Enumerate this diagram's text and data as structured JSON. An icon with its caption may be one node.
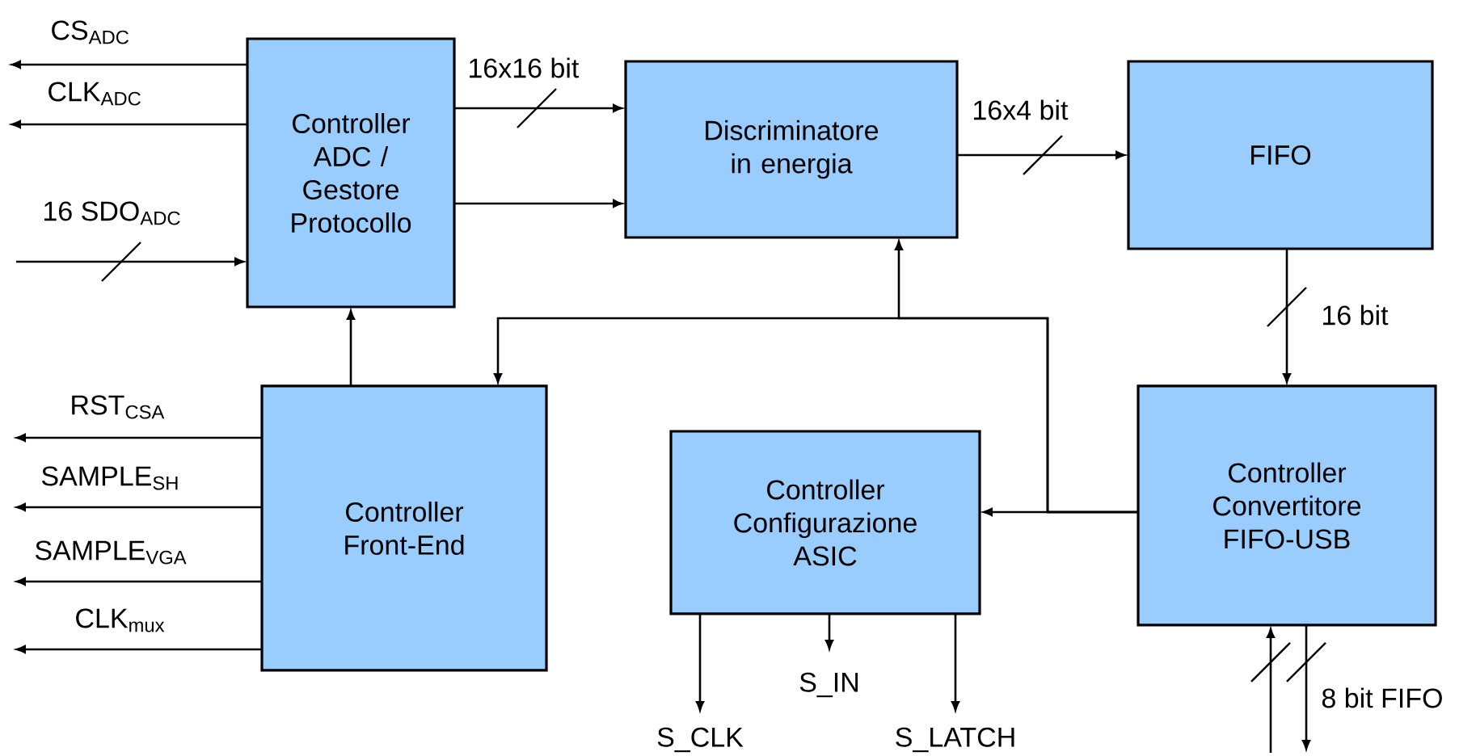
{
  "diagram": {
    "nodes": [
      {
        "text": [
          "Controller ADC / Gestore Protocollo"
        ]
      },
      {
        "text": [
          "Discriminatore in energia"
        ]
      },
      {
        "text": [
          "FIFO"
        ]
      },
      {
        "text": [
          "Controller Front-End"
        ]
      },
      {
        "text": [
          "Controller Configurazione ASIC"
        ]
      },
      {
        "text": [
          "Controller Convertitore FIFO-USB"
        ]
      }
    ],
    "edges": [
      {
        "from": 0,
        "to": null,
        "arrow": "to",
        "label": "CS$_{ADC}$"
      },
      {
        "from": 0,
        "to": null,
        "arrow": "to",
        "label": "CLK$_{ADC}$"
      },
      {
        "from": null,
        "to": 0,
        "arrow": "to",
        "label": "16 SDO$_{ADC}$"
      },
      {
        "from": 0,
        "to": 1,
        "arrow": "to",
        "label": "16x16 bit"
      },
      {
        "from": 0,
        "to": 1,
        "arrow": "to"
      },
      {
        "from": 1,
        "to": 2,
        "arrow": "to",
        "label": "16x4 bit"
      },
      {
        "from": 2,
        "to": 5,
        "arrow": "to",
        "label": "16 bit"
      },
      {
        "from": 3,
        "to": 0,
        "arrow": "to"
      },
      {
        "from": 5,
        "to": 4,
        "arrow": "to"
      },
      {
        "from": 5,
        "to": 1,
        "arrow": "to"
      },
      {
        "from": 5,
        "to": 3,
        "arrow": "to"
      },
      {
        "from": 3,
        "to": null,
        "arrow": "to",
        "label": "RST$_{CSA}$"
      },
      {
        "from": 3,
        "to": null,
        "arrow": "to",
        "label": "SAMPLE$_{SH}$"
      },
      {
        "from": 3,
        "to": null,
        "arrow": "to",
        "label": "SAMPLE$_{VGA}$"
      },
      {
        "from": 3,
        "to": null,
        "arrow": "to",
        "label": "CLK$_{mux}$"
      },
      {
        "from": 4,
        "to": null,
        "arrow": "to",
        "label": "S_CLK"
      },
      {
        "from": 4,
        "to": null,
        "arrow": "to",
        "label": "S_IN"
      },
      {
        "from": 4,
        "to": null,
        "arrow": "to",
        "label": "S_LATCH"
      },
      {
        "from": null,
        "to": 5,
        "arrow": "to"
      },
      {
        "from": 5,
        "to": null,
        "arrow": "to"
      }
    ],
    "labels": [
      "8 bit FIFO"
    ]
  }
}
